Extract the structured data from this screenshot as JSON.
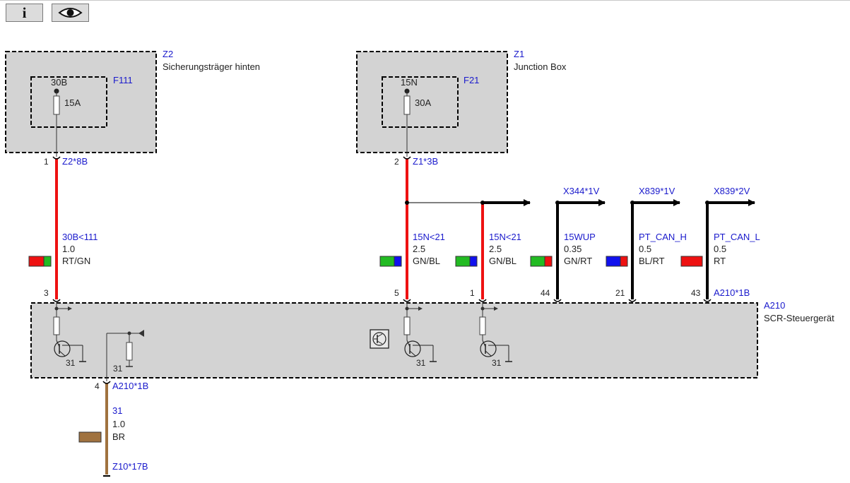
{
  "toolbar": {
    "info_icon": "info-icon",
    "view_icon": "eye-icon"
  },
  "components": {
    "z2": {
      "id": "Z2",
      "name": "Sicherungsträger hinten",
      "fuse_id": "F111",
      "terminal": "30B",
      "rating": "15A",
      "pin": "1",
      "connector": "Z2*8B"
    },
    "z1": {
      "id": "Z1",
      "name": "Junction Box",
      "fuse_id": "F21",
      "terminal": "15N",
      "rating": "30A",
      "pin": "2",
      "connector": "Z1*3B"
    },
    "a210": {
      "id": "A210",
      "name": "SCR-Steuergerät",
      "connector": "A210*1B",
      "ground_connector": "A210*1B",
      "ground_pin": "4",
      "ground_31_a": "31",
      "ground_31_b": "31",
      "ground_31_c": "31",
      "ground_31_d": "31"
    }
  },
  "wires": [
    {
      "signal": "30B<111",
      "size": "1.0",
      "color_code": "RT/GN",
      "pin": "3",
      "colors": [
        "#ee1111",
        "#22bb22"
      ]
    },
    {
      "signal": "15N<21",
      "size": "2.5",
      "color_code": "GN/BL",
      "pin": "5",
      "colors": [
        "#22bb22",
        "#1111ee"
      ]
    },
    {
      "signal": "15N<21",
      "size": "2.5",
      "color_code": "GN/BL",
      "pin": "1",
      "colors": [
        "#22bb22",
        "#1111ee"
      ]
    },
    {
      "signal": "15WUP",
      "size": "0.35",
      "color_code": "GN/RT",
      "pin": "44",
      "colors": [
        "#22bb22",
        "#ee1111"
      ],
      "connector": "X344*1V"
    },
    {
      "signal": "PT_CAN_H",
      "size": "0.5",
      "color_code": "BL/RT",
      "pin": "21",
      "colors": [
        "#1111ee",
        "#ee1111"
      ],
      "connector": "X839*1V"
    },
    {
      "signal": "PT_CAN_L",
      "size": "0.5",
      "color_code": "RT",
      "pin": "43",
      "colors": [
        "#ee1111"
      ],
      "connector": "X839*2V"
    }
  ],
  "ground_wire": {
    "signal": "31",
    "size": "1.0",
    "color_code": "BR",
    "connector": "Z10*17B",
    "color": "#a0723f"
  },
  "colors": {
    "red_wire": "#ee1111",
    "black_wire": "#000000",
    "brown_wire": "#a0723f",
    "box_fill": "#d3d3d3",
    "label_blue": "#1a1acc"
  }
}
